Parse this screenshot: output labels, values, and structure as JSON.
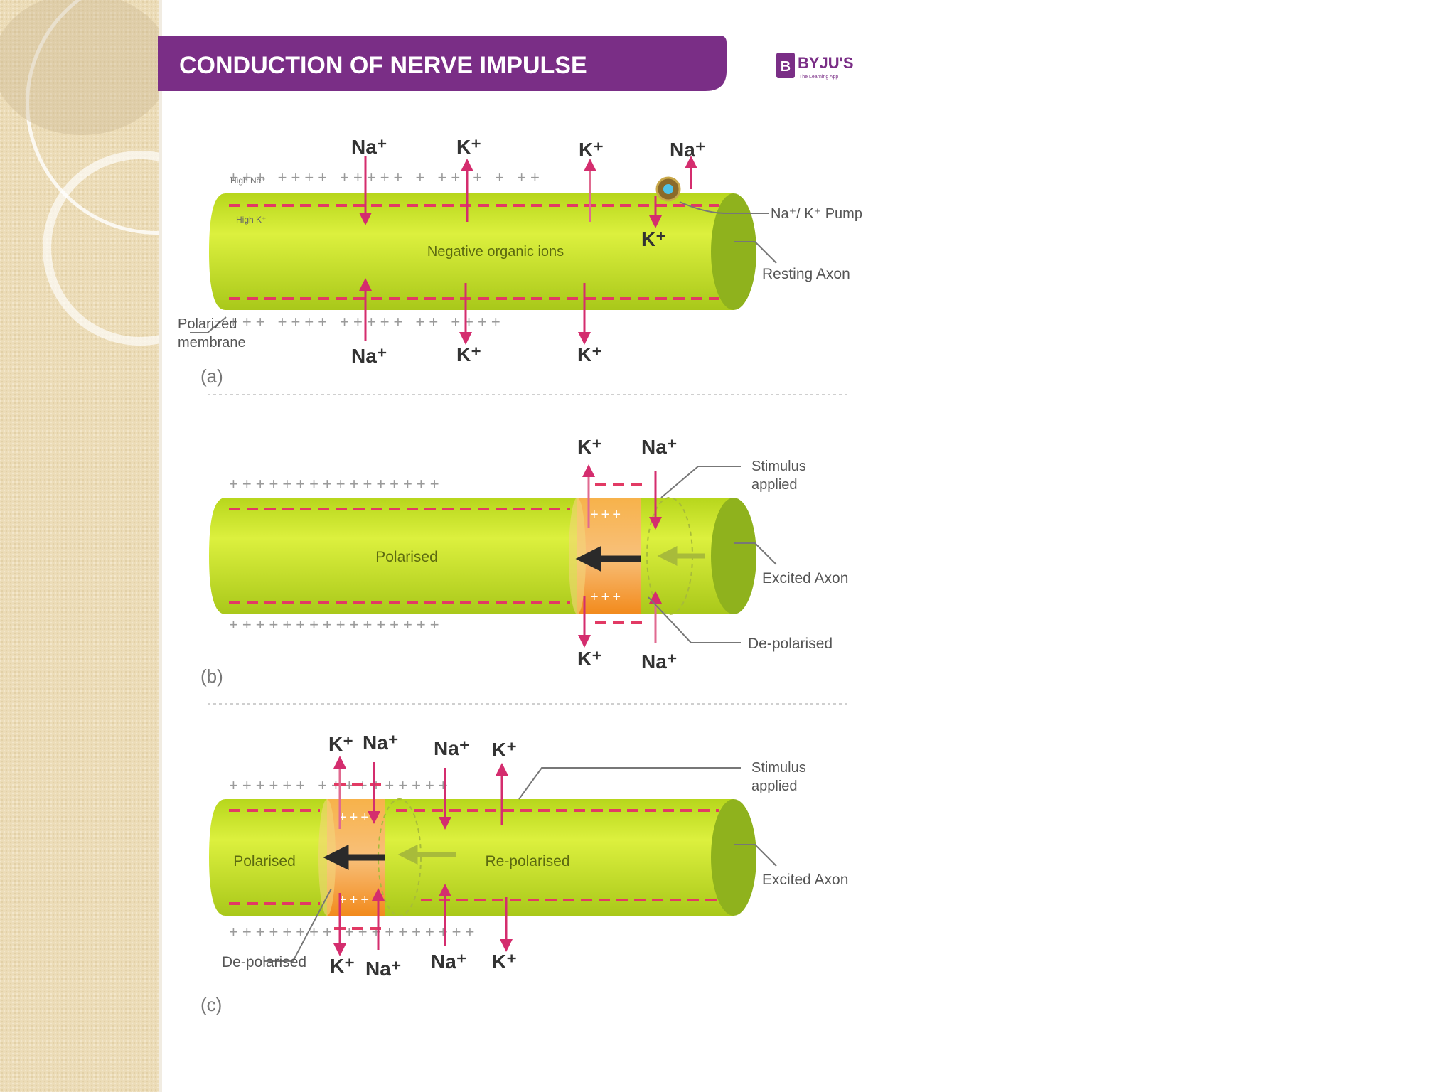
{
  "slide": {
    "banner_title": "CONDUCTION OF NERVE IMPULSE",
    "brand_logo_text": "BYJU'S",
    "brand_tagline": "The Learning App",
    "colors": {
      "banner": "#7a2e86",
      "axon": "#c9e62a",
      "axon_end": "#8fb21d",
      "depolarised": "#f59a2c",
      "arrow": "#d42d6e",
      "dash": "#e23a64",
      "charge": "#9a9a9a",
      "sidebar": "#ecdcb8"
    }
  },
  "panel_a": {
    "letter": "(a)",
    "high_na": "High Na⁺",
    "high_k": "High K⁺",
    "inner_label": "Negative organic ions",
    "pump_label": "Na⁺/ K⁺ Pump",
    "axon_label": "Resting Axon",
    "membrane_label_1": "Polarized",
    "membrane_label_2": "membrane",
    "ions_top": [
      "Na⁺",
      "K⁺",
      "K⁺",
      "Na⁺"
    ],
    "ion_inside": "K⁺",
    "ions_bottom": [
      "Na⁺",
      "K⁺",
      "K⁺"
    ]
  },
  "panel_b": {
    "letter": "(b)",
    "inner_label": "Polarised",
    "ions_top": [
      "K⁺",
      "Na⁺"
    ],
    "ions_bottom": [
      "K⁺",
      "Na⁺"
    ],
    "stimulus_1": "Stimulus",
    "stimulus_2": "applied",
    "axon_label": "Excited Axon",
    "depol_label": "De-polarised"
  },
  "panel_c": {
    "letter": "(c)",
    "left_label": "Polarised",
    "right_label": "Re-polarised",
    "ions_top": [
      "K⁺",
      "Na⁺",
      "Na⁺",
      "K⁺"
    ],
    "ions_bottom": [
      "K⁺",
      "Na⁺",
      "Na⁺",
      "K⁺"
    ],
    "stimulus_1": "Stimulus",
    "stimulus_2": "applied",
    "axon_label": "Excited Axon",
    "depol_label": "De-polarised"
  }
}
